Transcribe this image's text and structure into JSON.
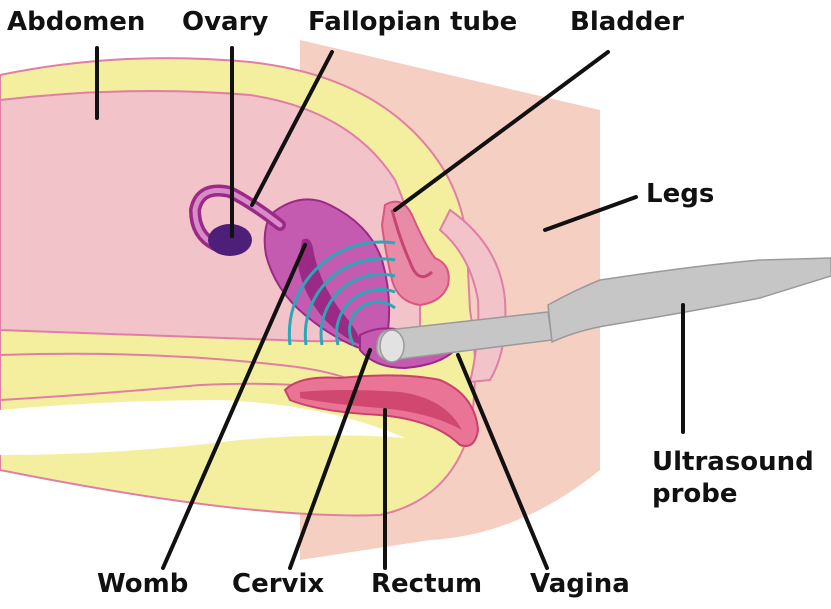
{
  "labels": {
    "abdomen": "Abdomen",
    "ovary": "Ovary",
    "fallopian_tube": "Fallopian tube",
    "bladder": "Bladder",
    "legs": "Legs",
    "ultrasound_probe": "Ultrasound probe",
    "womb": "Womb",
    "cervix": "Cervix",
    "rectum": "Rectum",
    "vagina": "Vagina"
  },
  "colors": {
    "skin": "#f6cfc3",
    "fat": "#f3ef9f",
    "fat_outline": "#e07ea6",
    "abdomen_cavity": "#f2c3c9",
    "bladder": "#e98aa7",
    "bladder_inner": "#d9577f",
    "uterus": "#c45bb0",
    "uterus_inner": "#9a2a86",
    "ovary": "#4d1f78",
    "rectum": "#e97495",
    "rectum_inner": "#c9416b",
    "probe": "#c6c6c6",
    "probe_dark": "#9a9a9a",
    "waves": "#2aa7b8",
    "leader_lines": "#111111"
  }
}
